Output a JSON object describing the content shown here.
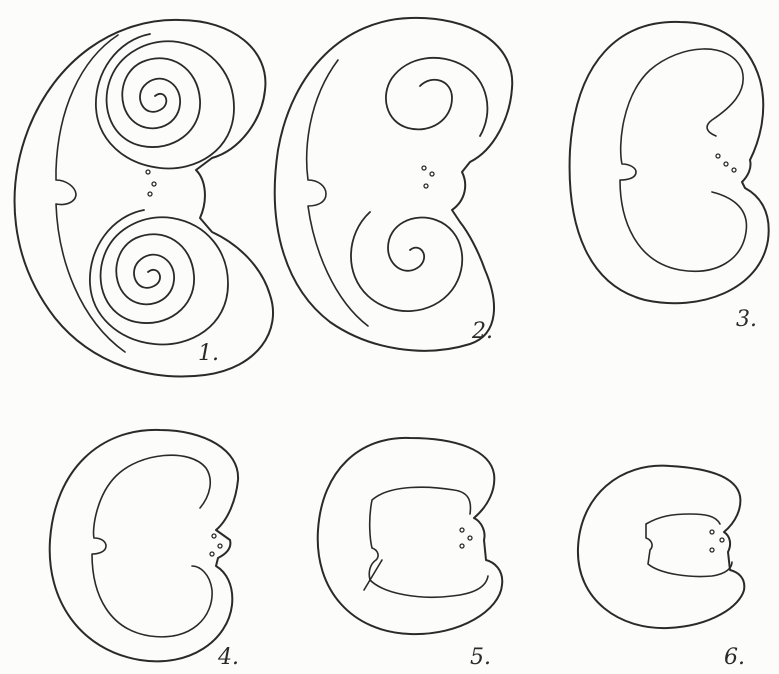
{
  "plate": {
    "figures": [
      {
        "label": "1."
      },
      {
        "label": "2."
      },
      {
        "label": "3."
      },
      {
        "label": "4."
      },
      {
        "label": "5."
      },
      {
        "label": "6."
      }
    ]
  }
}
